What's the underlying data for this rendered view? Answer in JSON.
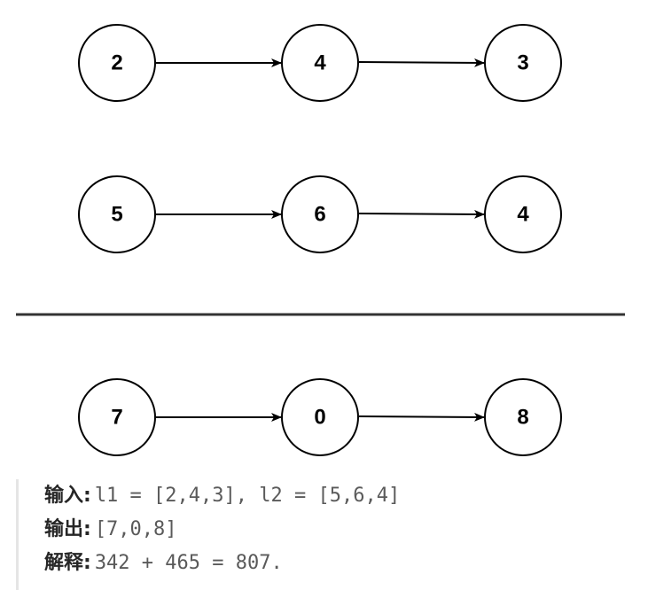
{
  "lists": [
    {
      "id": "l1",
      "values": [
        "2",
        "4",
        "3"
      ]
    },
    {
      "id": "l2",
      "values": [
        "5",
        "6",
        "4"
      ]
    },
    {
      "id": "result",
      "values": [
        "7",
        "0",
        "8"
      ]
    }
  ],
  "example": {
    "input_label": "输入:",
    "input_value": "l1 = [2,4,3], l2 = [5,6,4]",
    "output_label": "输出:",
    "output_value": "[7,0,8]",
    "explanation_label": "解释:",
    "explanation_value": "342 + 465 = 807."
  }
}
